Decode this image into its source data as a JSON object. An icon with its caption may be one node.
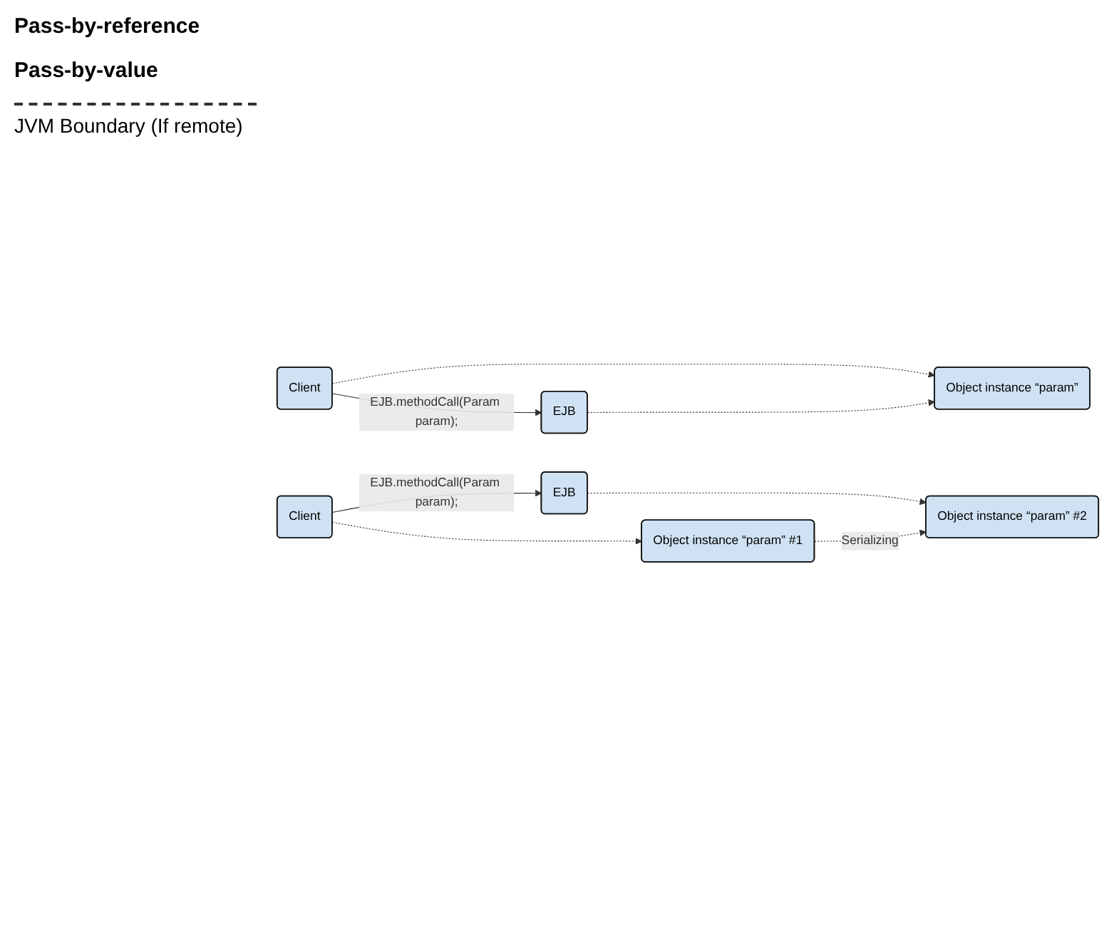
{
  "diagram": {
    "nodes": [
      {
        "text": [
          "Client"
        ]
      },
      {
        "text": [
          "EJB"
        ]
      },
      {
        "text": [
          "Object instance “param”"
        ]
      },
      {
        "text": [
          "Client"
        ]
      },
      {
        "text": [
          "EJB"
        ]
      },
      {
        "text": [
          "Object instance “param” #1"
        ]
      },
      {
        "text": [
          "Object instance “param” #2"
        ]
      }
    ],
    "edges": [
      {
        "from": 0,
        "to": 1,
        "arrow": "to",
        "label": "EJB.methodCall(Param param);"
      },
      {
        "from": 0,
        "to": 2,
        "arrow": "to",
        "style": "dashed"
      },
      {
        "from": 1,
        "to": 2,
        "arrow": "to",
        "style": "dashed"
      },
      {
        "from": 3,
        "to": 4,
        "arrow": "to",
        "label": "EJB.methodCall(Param param);"
      },
      {
        "from": 3,
        "to": 5,
        "arrow": "to",
        "style": "dashed"
      },
      {
        "from": 4,
        "to": 6,
        "arrow": "to",
        "style": "dashed"
      },
      {
        "from": 5,
        "to": 6,
        "arrow": "to",
        "style": "dashed",
        "label": "Serializing"
      }
    ],
    "labels": [
      "Pass-by-reference",
      "Pass-by-value",
      "JVM Boundary (If remote)"
    ]
  }
}
